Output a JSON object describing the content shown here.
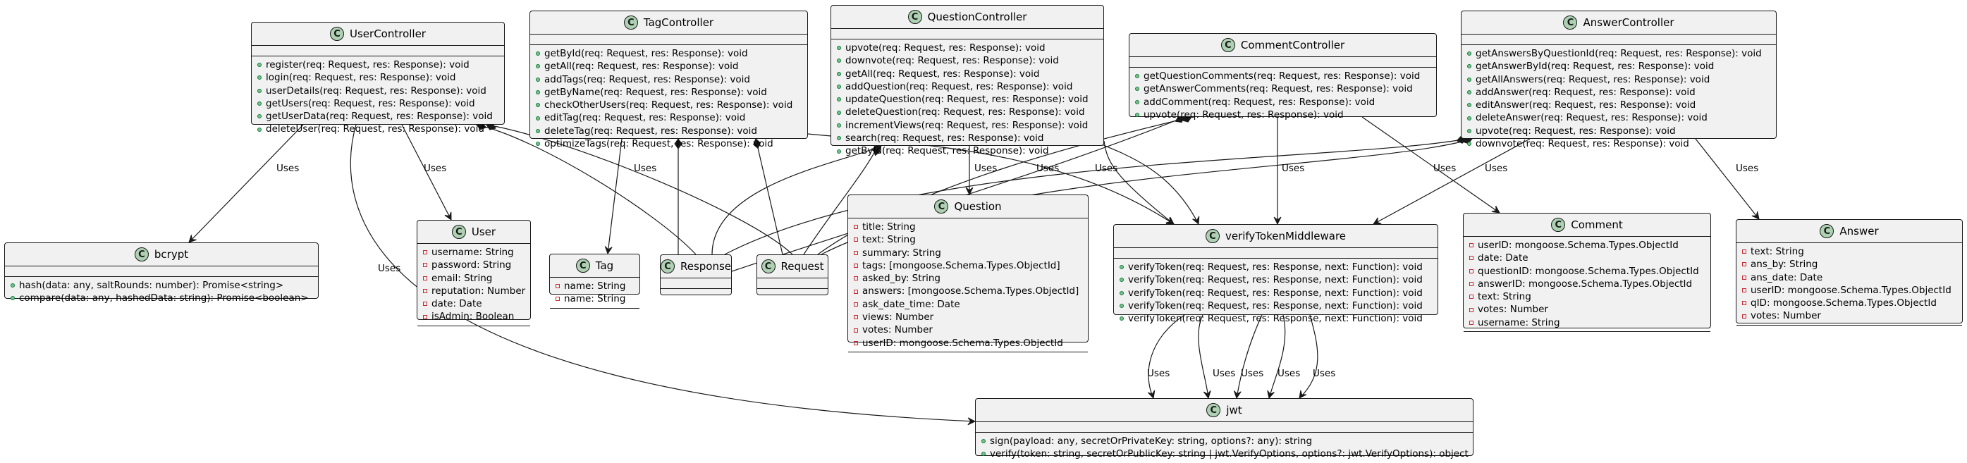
{
  "classes": [
    {
      "id": "usercontroller",
      "name": "UserController",
      "attributes": [],
      "methods": [
        "register(req: Request, res: Response): void",
        "login(req: Request, res: Response): void",
        "userDetails(req: Request, res: Response): void",
        "getUsers(req: Request, res: Response): void",
        "getUserData(req: Request, res: Response): void",
        "deleteUser(req: Request, res: Response): void"
      ]
    },
    {
      "id": "tagcontroller",
      "name": "TagController",
      "attributes": [],
      "methods": [
        "getById(req: Request, res: Response): void",
        "getAll(req: Request, res: Response): void",
        "addTags(req: Request, res: Response): void",
        "getByName(req: Request, res: Response): void",
        "checkOtherUsers(req: Request, res: Response): void",
        "editTag(req: Request, res: Response): void",
        "deleteTag(req: Request, res: Response): void",
        "optimizeTags(req: Request, res: Response): void"
      ]
    },
    {
      "id": "questioncontroller",
      "name": "QuestionController",
      "attributes": [],
      "methods": [
        "upvote(req: Request, res: Response): void",
        "downvote(req: Request, res: Response): void",
        "getAll(req: Request, res: Response): void",
        "addQuestion(req: Request, res: Response): void",
        "updateQuestion(req: Request, res: Response): void",
        "deleteQuestion(req: Request, res: Response): void",
        "incrementViews(req: Request, res: Response): void",
        "search(req: Request, res: Response): void",
        "getById(req: Request, res: Response): void"
      ]
    },
    {
      "id": "commentcontroller",
      "name": "CommentController",
      "attributes": [],
      "methods": [
        "getQuestionComments(req: Request, res: Response): void",
        "getAnswerComments(req: Request, res: Response): void",
        "addComment(req: Request, res: Response): void",
        "upvote(req: Request, res: Response): void"
      ]
    },
    {
      "id": "answercontroller",
      "name": "AnswerController",
      "attributes": [],
      "methods": [
        "getAnswersByQuestionId(req: Request, res: Response): void",
        "getAnswerById(req: Request, res: Response): void",
        "getAllAnswers(req: Request, res: Response): void",
        "addAnswer(req: Request, res: Response): void",
        "editAnswer(req: Request, res: Response): void",
        "deleteAnswer(req: Request, res: Response): void",
        "upvote(req: Request, res: Response): void",
        "downvote(req: Request, res: Response): void"
      ]
    },
    {
      "id": "bcrypt",
      "name": "bcrypt",
      "attributes": [],
      "methods": [
        "hash(data: any, saltRounds: number): Promise<string>",
        "compare(data: any, hashedData: string): Promise<boolean>"
      ]
    },
    {
      "id": "user",
      "name": "User",
      "attributes": [
        "username: String",
        "password: String",
        "email: String",
        "reputation: Number",
        "date: Date",
        "isAdmin: Boolean"
      ],
      "methods": []
    },
    {
      "id": "tag",
      "name": "Tag",
      "attributes": [
        "name: String",
        "name: String"
      ],
      "methods": []
    },
    {
      "id": "response",
      "name": "Response",
      "attributes": [],
      "methods": []
    },
    {
      "id": "request",
      "name": "Request",
      "attributes": [],
      "methods": []
    },
    {
      "id": "question",
      "name": "Question",
      "attributes": [
        "title: String",
        "text: String",
        "summary: String",
        "tags: [mongoose.Schema.Types.ObjectId]",
        "asked_by: String",
        "answers: [mongoose.Schema.Types.ObjectId]",
        "ask_date_time: Date",
        "views: Number",
        "votes: Number",
        "userID: mongoose.Schema.Types.ObjectId"
      ],
      "methods": []
    },
    {
      "id": "verifytoken",
      "name": "verifyTokenMiddleware",
      "attributes": [],
      "methods": [
        "verifyToken(req: Request, res: Response, next: Function): void",
        "verifyToken(req: Request, res: Response, next: Function): void",
        "verifyToken(req: Request, res: Response, next: Function): void",
        "verifyToken(req: Request, res: Response, next: Function): void",
        "verifyToken(req: Request, res: Response, next: Function): void"
      ]
    },
    {
      "id": "comment",
      "name": "Comment",
      "attributes": [
        "userID: mongoose.Schema.Types.ObjectId",
        "date: Date",
        "questionID: mongoose.Schema.Types.ObjectId",
        "answerID: mongoose.Schema.Types.ObjectId",
        "text: String",
        "votes: Number",
        "username: String"
      ],
      "methods": []
    },
    {
      "id": "answer",
      "name": "Answer",
      "attributes": [
        "text: String",
        "ans_by: String",
        "ans_date: Date",
        "userID: mongoose.Schema.Types.ObjectId",
        "qID: mongoose.Schema.Types.ObjectId",
        "votes: Number"
      ],
      "methods": []
    },
    {
      "id": "jwt",
      "name": "jwt",
      "attributes": [],
      "methods": [
        "sign(payload: any, secretOrPrivateKey: string, options?: any): string",
        "verify(token: string, secretOrPublicKey: string | jwt.VerifyOptions, options?: jwt.VerifyOptions): object"
      ]
    }
  ],
  "edge_label": "Uses",
  "class_badge": "C",
  "colors": {
    "class_fill": "#f1f1f1",
    "border": "#181818",
    "badge": "#add1b2",
    "public_marker": "#84be84",
    "private_marker": "#c82930"
  }
}
